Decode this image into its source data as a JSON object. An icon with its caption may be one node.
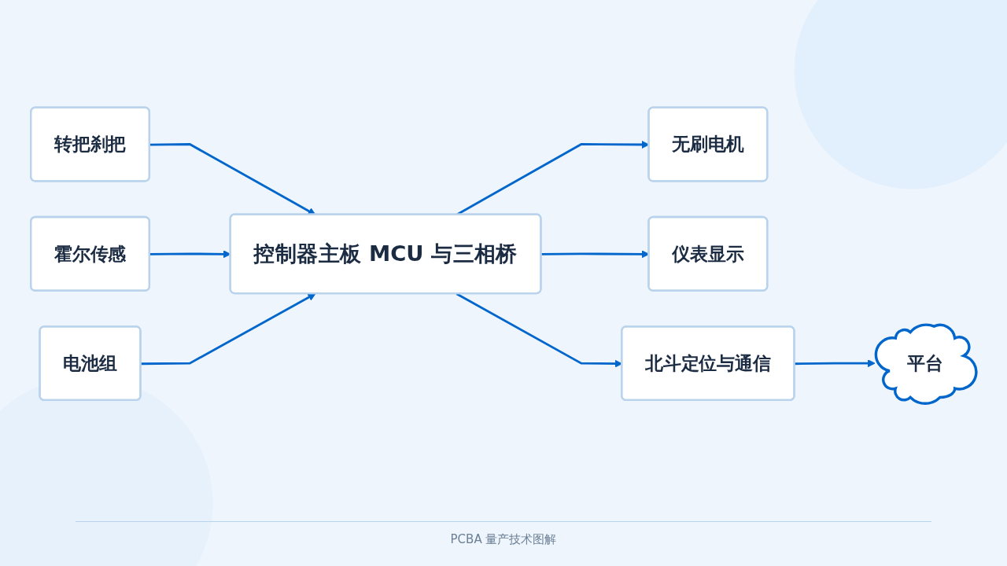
{
  "diagram": {
    "caption": "PCBA 量产技术图解",
    "nodes": [
      {
        "text": [
          "转把刹把"
        ]
      },
      {
        "text": [
          "霍尔传感"
        ]
      },
      {
        "text": [
          "电池组"
        ]
      },
      {
        "text": [
          "控制器主板 MCU 与三相桥"
        ]
      },
      {
        "text": [
          "无刷电机"
        ]
      },
      {
        "text": [
          "仪表显示"
        ]
      },
      {
        "text": [
          "北斗定位与通信"
        ]
      },
      {
        "text": [
          "平台"
        ]
      }
    ],
    "edges": [
      {
        "from": 0,
        "to": 3,
        "arrow": "to"
      },
      {
        "from": 1,
        "to": 3,
        "arrow": "to"
      },
      {
        "from": 2,
        "to": 3,
        "arrow": "to"
      },
      {
        "from": 3,
        "to": 4,
        "arrow": "to"
      },
      {
        "from": 3,
        "to": 5,
        "arrow": "to"
      },
      {
        "from": 3,
        "to": 6,
        "arrow": "to"
      },
      {
        "from": 6,
        "to": 7,
        "arrow": "to"
      }
    ]
  }
}
